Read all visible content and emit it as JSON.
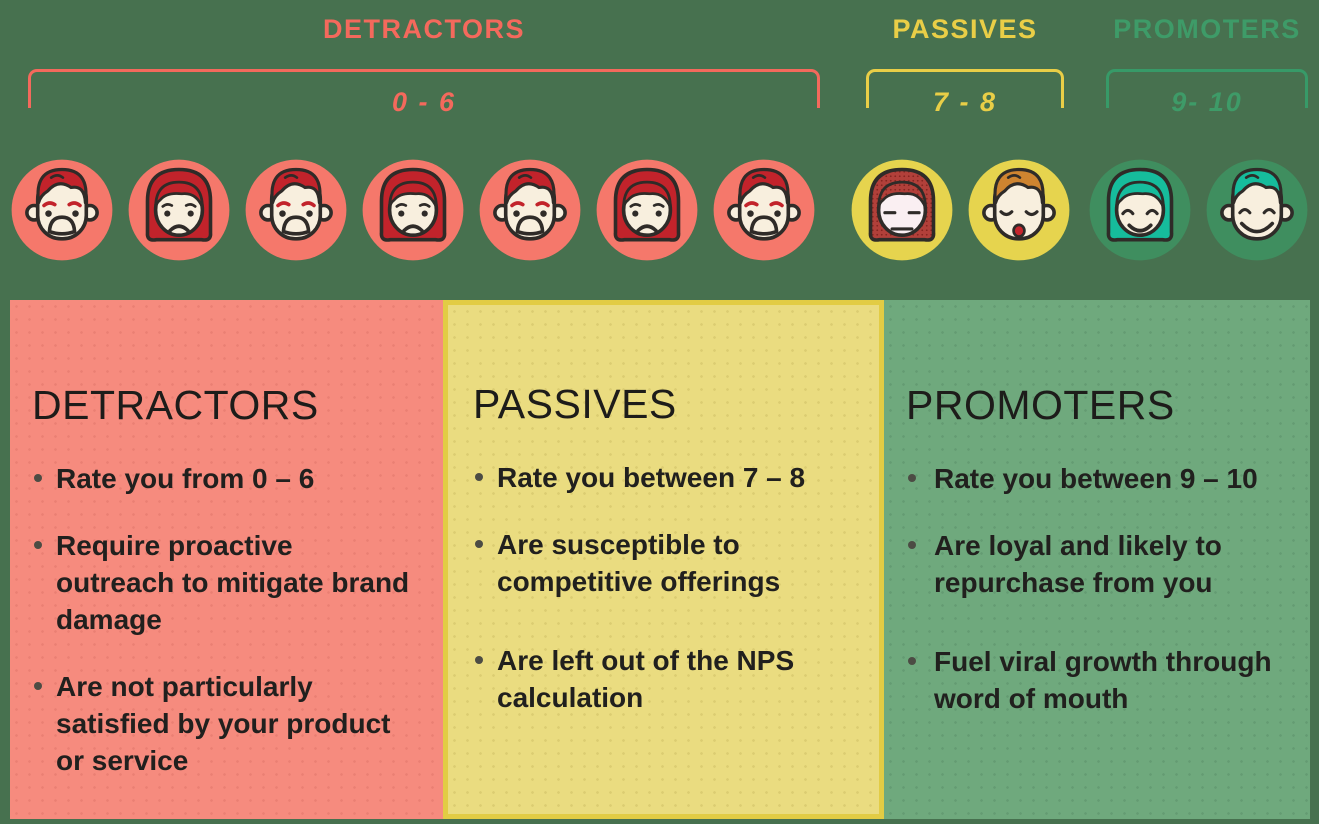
{
  "colors": {
    "background": "#47714F",
    "detractor_accent": "#F4695C",
    "detractor_circle": "#F5786B",
    "detractor_panel": "#F68B7E",
    "passive_accent": "#E9CE47",
    "passive_circle": "#E6D44E",
    "passive_panel": "#EADC80",
    "passive_panel_border": "#E2CC44",
    "promoter_accent": "#3E9B68",
    "promoter_circle": "#3F8E5F",
    "promoter_panel": "#6FA97D",
    "heading_text": "#1D1C1A",
    "bullet_text": "#21201E"
  },
  "header": {
    "groups": [
      {
        "id": "detractors",
        "label": "DETRACTORS",
        "range": "0 - 6"
      },
      {
        "id": "passives",
        "label": "PASSIVES",
        "range": "7 - 8"
      },
      {
        "id": "promoters",
        "label": "PROMOTERS",
        "range": "9- 10"
      }
    ]
  },
  "faces": {
    "detractors": [
      "male-sad-face-icon",
      "female-sad-face-icon",
      "male-sad-face-icon",
      "female-sad-face-icon",
      "male-sad-face-icon",
      "female-sad-face-icon",
      "male-sad-face-icon"
    ],
    "passives": [
      "female-neutral-face-icon",
      "male-whistle-face-icon"
    ],
    "promoters": [
      "female-happy-face-icon",
      "male-happy-face-icon"
    ]
  },
  "panels": [
    {
      "title": "DETRACTORS",
      "bullets": [
        "Rate you from 0 – 6",
        "Require proactive outreach to mitigate brand damage",
        "Are not particularly satisfied by your product or service"
      ]
    },
    {
      "title": "PASSIVES",
      "bullets": [
        "Rate you between 7 – 8",
        "Are susceptible to competitive offerings",
        "Are left out of the NPS calculation"
      ]
    },
    {
      "title": "PROMOTERS",
      "bullets": [
        "Rate you between 9 – 10",
        "Are loyal and likely to repurchase from you",
        "Fuel viral growth through word of mouth"
      ]
    }
  ]
}
